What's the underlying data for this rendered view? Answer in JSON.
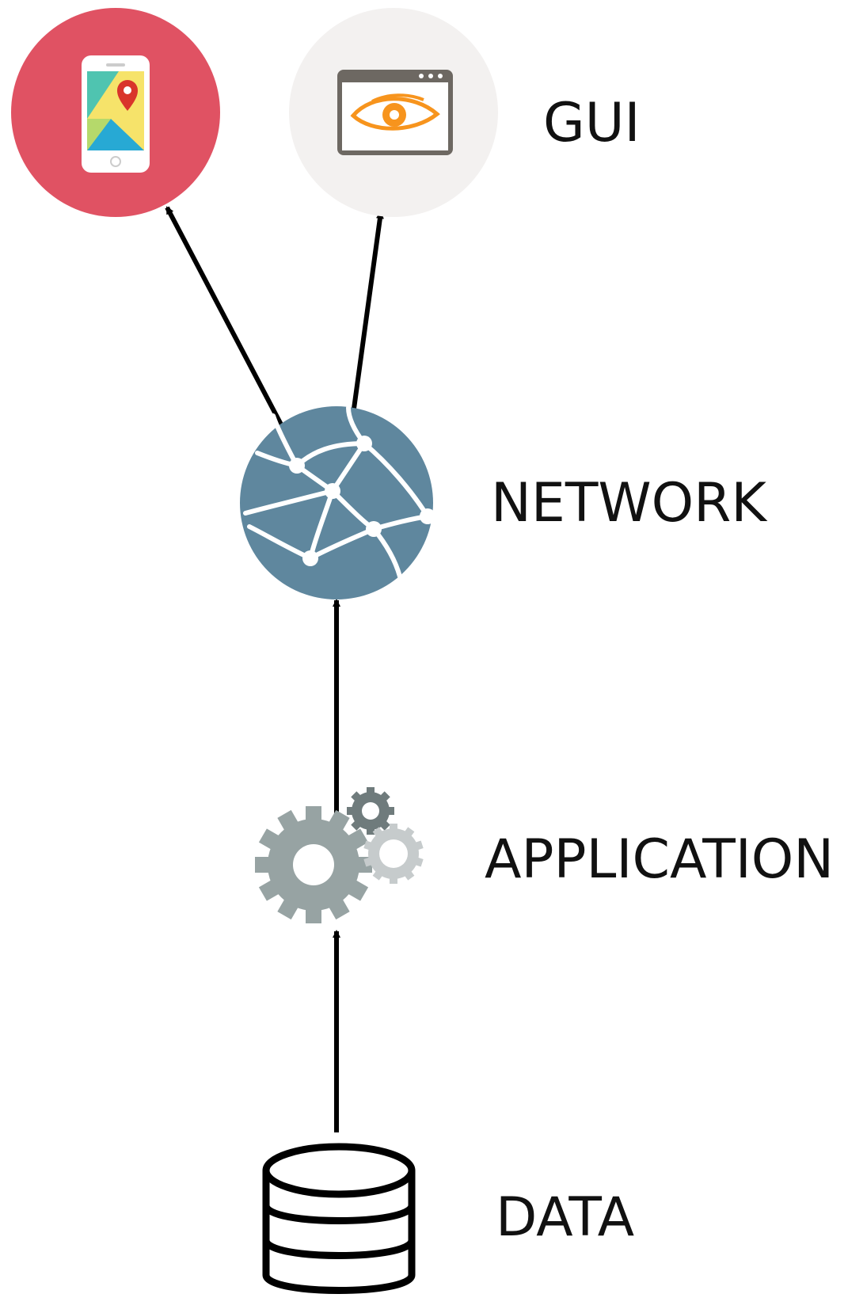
{
  "labels": {
    "gui": "GUI",
    "network": "NETWORK",
    "application": "APPLICATION",
    "data": "DATA"
  },
  "icons": {
    "mobile_map": "mobile-map-icon",
    "browser_eye": "browser-eye-icon",
    "network_globe": "network-globe-icon",
    "gears": "gears-icon",
    "database": "database-icon"
  },
  "colors": {
    "mobile_circle": "#e05263",
    "browser_circle": "#f3f1f0",
    "globe": "#5f879e",
    "gear_large": "#97a3a3",
    "gear_small_dark": "#6f7b7c",
    "gear_small_light": "#c6cbcc",
    "eye": "#f7941d",
    "browser_frame": "#6d6862",
    "arrow": "#000000"
  }
}
